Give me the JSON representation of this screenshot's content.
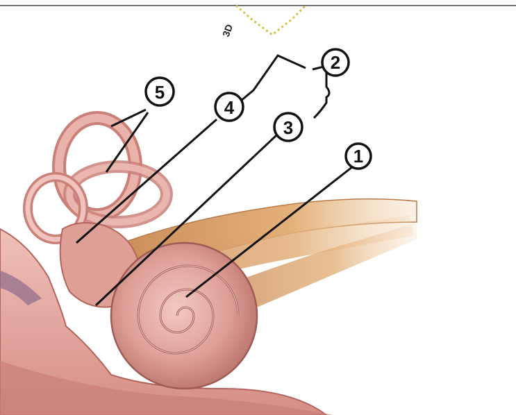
{
  "diagram": {
    "callouts": [
      {
        "id": "1",
        "label": "1"
      },
      {
        "id": "2",
        "label": "2"
      },
      {
        "id": "3",
        "label": "3"
      },
      {
        "id": "4",
        "label": "4"
      },
      {
        "id": "5",
        "label": "5"
      }
    ],
    "corner_mark": "3D",
    "colors": {
      "background": "#ffffff",
      "tissue": "#dfa49a",
      "tissue_dark": "#b86a62",
      "nerve": "#d9a26b",
      "bone": "#e6b0a8",
      "line": "#111111"
    }
  }
}
